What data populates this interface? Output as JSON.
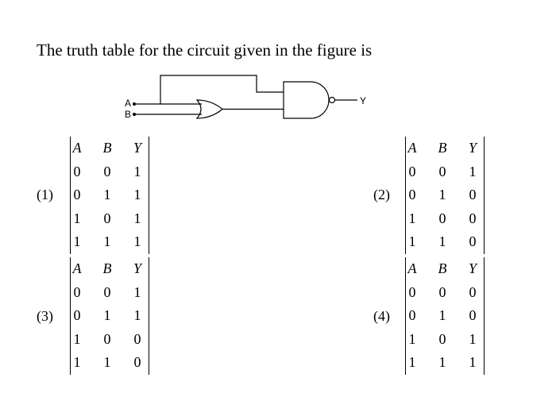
{
  "question": "The truth table for the circuit given in the figure is",
  "circuit": {
    "input_a": "A",
    "input_b": "B",
    "output": "Y"
  },
  "options": [
    {
      "label": "(1)",
      "headers": [
        "A",
        "B",
        "Y"
      ],
      "rows": [
        [
          "0",
          "0",
          "1"
        ],
        [
          "0",
          "1",
          "1"
        ],
        [
          "1",
          "0",
          "1"
        ],
        [
          "1",
          "1",
          "1"
        ]
      ]
    },
    {
      "label": "(2)",
      "headers": [
        "A",
        "B",
        "Y"
      ],
      "rows": [
        [
          "0",
          "0",
          "1"
        ],
        [
          "0",
          "1",
          "0"
        ],
        [
          "1",
          "0",
          "0"
        ],
        [
          "1",
          "1",
          "0"
        ]
      ]
    },
    {
      "label": "(3)",
      "headers": [
        "A",
        "B",
        "Y"
      ],
      "rows": [
        [
          "0",
          "0",
          "1"
        ],
        [
          "0",
          "1",
          "1"
        ],
        [
          "1",
          "0",
          "0"
        ],
        [
          "1",
          "1",
          "0"
        ]
      ]
    },
    {
      "label": "(4)",
      "headers": [
        "A",
        "B",
        "Y"
      ],
      "rows": [
        [
          "0",
          "0",
          "0"
        ],
        [
          "0",
          "1",
          "0"
        ],
        [
          "1",
          "0",
          "1"
        ],
        [
          "1",
          "1",
          "1"
        ]
      ]
    }
  ]
}
